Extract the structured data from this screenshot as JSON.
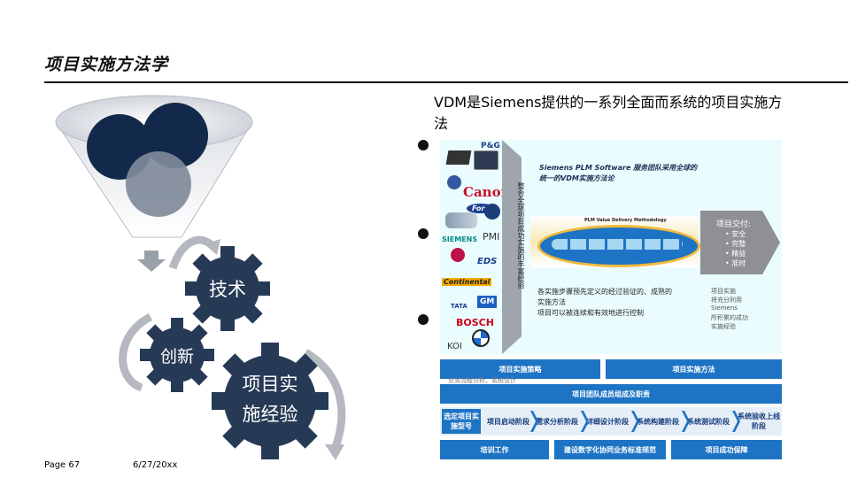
{
  "header": {
    "title": "项目实施方法学"
  },
  "description": "VDM是Siemens提供的一系列全面而系统的项目实施方法",
  "left_diagram": {
    "gear_labels": [
      "技术",
      "创新",
      "项目实",
      "施经验"
    ]
  },
  "snapshot": {
    "heading_line1": "Siemens PLM Software 服务团队采用全球的",
    "heading_line2": "统一的VDM实施方法论",
    "bar_label": "整合全球项目成功实施的丰富经验",
    "methodology_title": "PLM Value Delivery Methodology",
    "deliverables_title": "项目交付:",
    "deliverables": [
      "• 安全",
      "• 完整",
      "• 精益",
      "• 准时"
    ],
    "stages_text_line1": "各实施步骤预先定义的经过验证的、成熟的",
    "stages_text_line2": "实施方法",
    "stages_text_line3": "项目可以被连续和有效地进行控制",
    "side_note": [
      "项目实施",
      "将充分利用",
      "Siemens",
      "所积累的成功",
      "实施经验"
    ],
    "logos": [
      "P&G",
      "Canon",
      "Ford",
      "SIEMENS",
      "PMI",
      "EDS",
      "Continental",
      "TATA",
      "GM",
      "BOSCH",
      "KOI"
    ],
    "covered_text": [
      "业务流程分析、系统设计"
    ]
  },
  "phases": {
    "band1_left": "项目实施策略",
    "band1_right": "项目实施方法",
    "band2": "项目团队成员组成及职责",
    "stages": [
      "选定项目实施型号",
      "项目启动阶段",
      "需求分析阶段",
      "详细设计阶段",
      "系统构建阶段",
      "系统测试阶段",
      "系统验收上线阶段"
    ],
    "bottom": [
      "培训工作",
      "建设数字化协同业务标准规范",
      "项目成功保障"
    ]
  },
  "footer": {
    "page": "Page 67",
    "date": "6/27/20xx"
  },
  "colors": {
    "navy": "#13294b",
    "gray": "#7f8a99",
    "gear": "#263a55",
    "band": "#1e74c4",
    "snapshot_bg": "#eafcfd"
  }
}
